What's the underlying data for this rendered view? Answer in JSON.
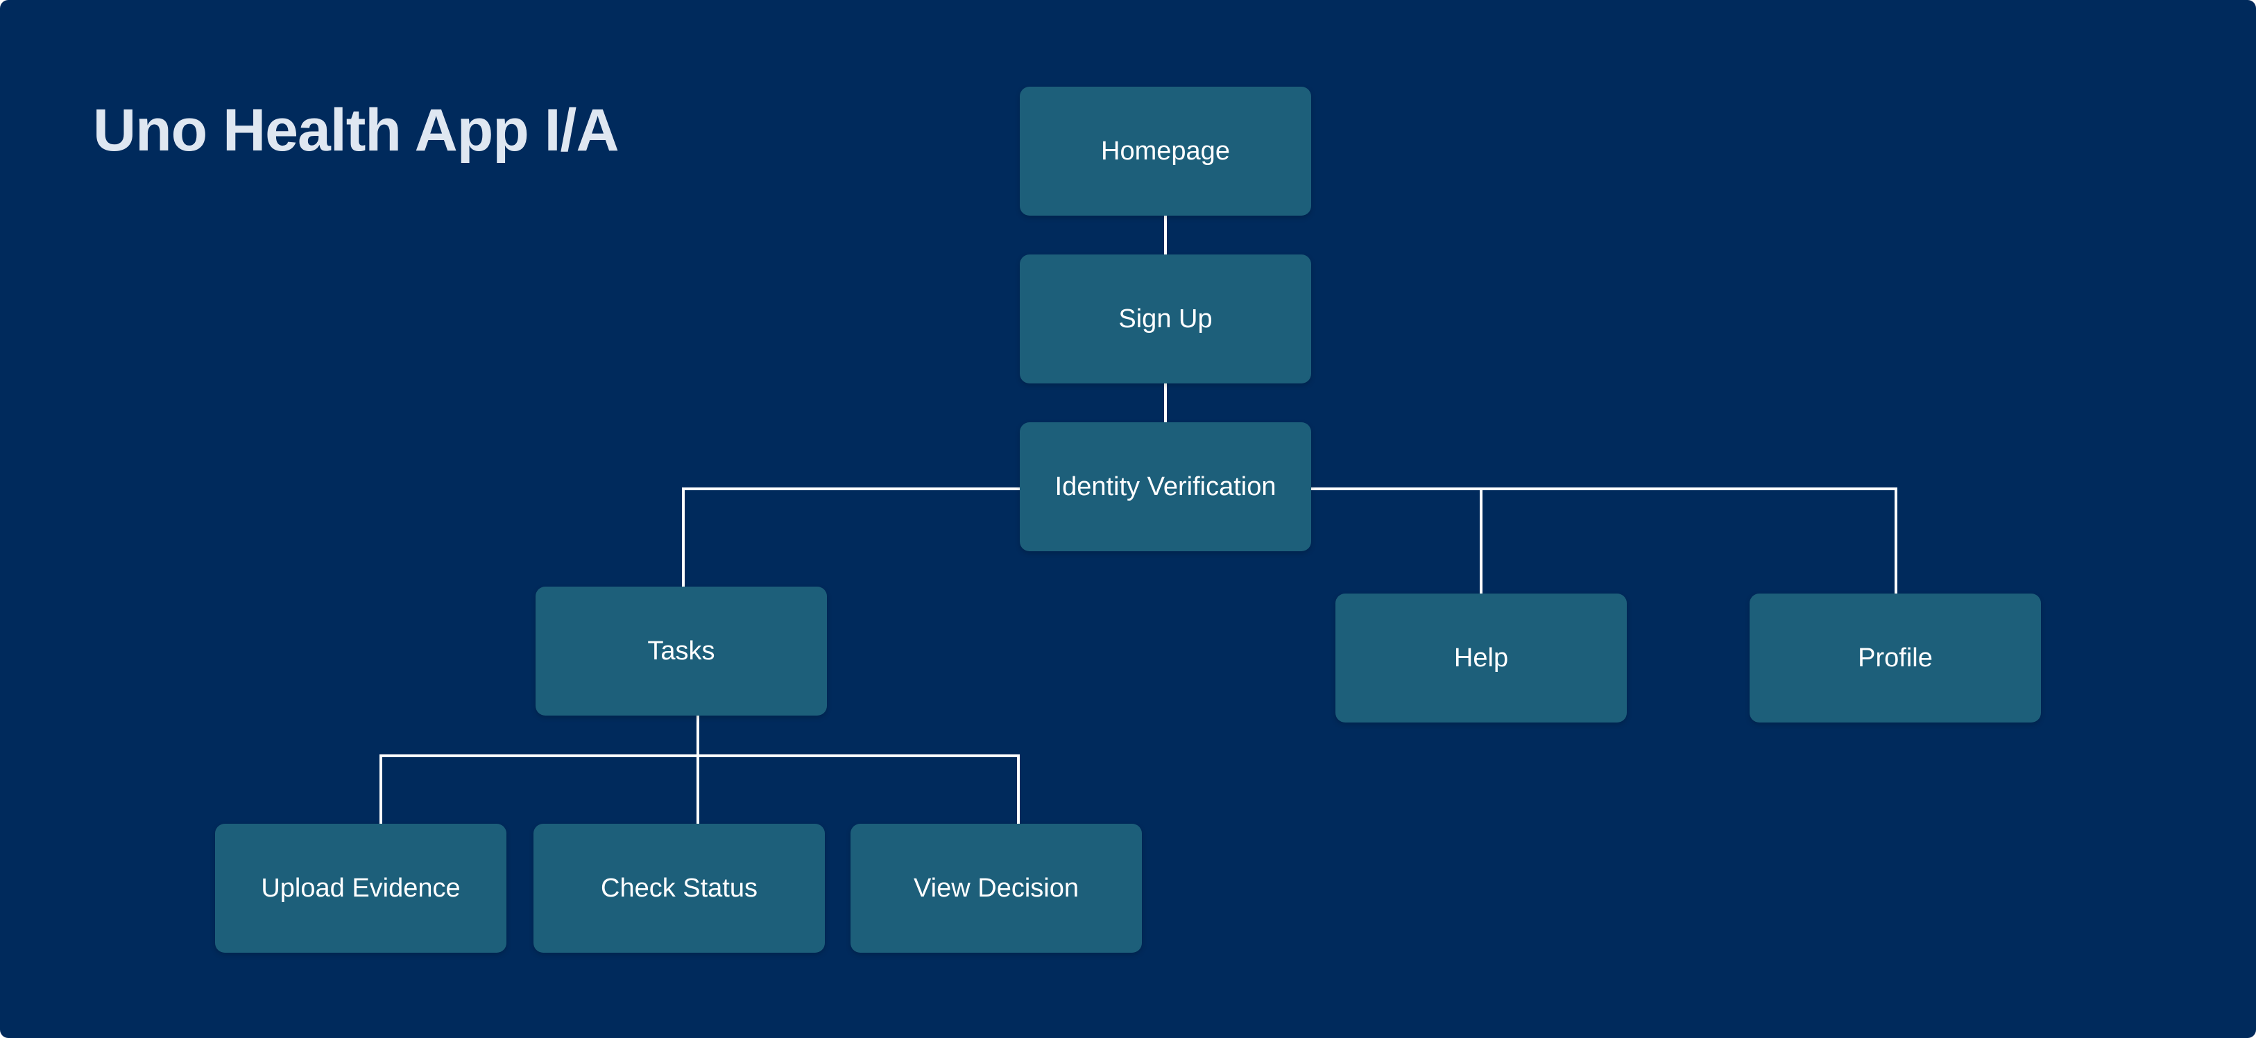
{
  "title": "Uno Health App I/A",
  "colors": {
    "background": "#002a5c",
    "node_fill": "#1d5f7a",
    "node_text": "#ffffff",
    "connector": "#ffffff",
    "title_text": "#dfe7f1"
  },
  "nodes": {
    "homepage": "Homepage",
    "sign_up": "Sign Up",
    "identity_verification": "Identity Verification",
    "tasks": "Tasks",
    "help": "Help",
    "profile": "Profile",
    "upload_evidence": "Upload Evidence",
    "check_status": "Check Status",
    "view_decision": "View Decision"
  },
  "edges": [
    [
      "homepage",
      "sign_up"
    ],
    [
      "sign_up",
      "identity_verification"
    ],
    [
      "identity_verification",
      "tasks"
    ],
    [
      "identity_verification",
      "help"
    ],
    [
      "identity_verification",
      "profile"
    ],
    [
      "tasks",
      "upload_evidence"
    ],
    [
      "tasks",
      "check_status"
    ],
    [
      "tasks",
      "view_decision"
    ]
  ]
}
